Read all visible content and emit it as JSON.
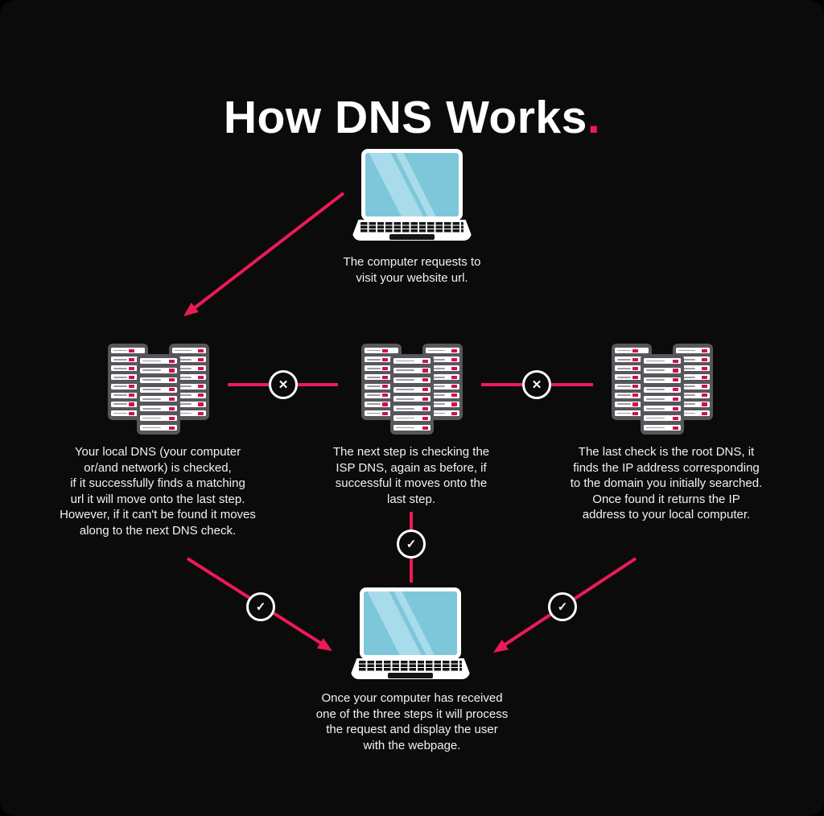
{
  "title": {
    "text": "How DNS Works",
    "dot": "."
  },
  "colors": {
    "background": "#0b0b0b",
    "accent": "#ed1a56",
    "indicator": "#cf1050",
    "server_gray": "#56565b",
    "slat_line": "#9b9ba1",
    "screen_blue": "#7ec7db",
    "screen_stripe": "#a9dcea",
    "laptop_white": "#ffffff",
    "key_black": "#141414",
    "text": "#f2f2f2",
    "title_white": "#ffffff"
  },
  "steps": {
    "request": {
      "caption": "The computer requests to\nvisit your website url."
    },
    "local_dns": {
      "caption": "Your local DNS (your computer\nor/and network) is checked,\nif it successfully finds a matching\nurl it will move onto the last step.\nHowever, if it can't be found it moves\nalong to the next DNS check."
    },
    "isp_dns": {
      "caption": "The next step is checking the\nISP DNS, again as before, if\nsuccessful it moves onto the\nlast step."
    },
    "root_dns": {
      "caption": "The last check is the root DNS, it\nfinds the IP address corresponding\nto the domain you initially searched.\nOnce found it returns the IP\naddress to your local computer."
    },
    "result": {
      "caption": "Once your computer has received\none of the three steps it will process\nthe request and display the user\nwith the webpage."
    }
  },
  "icons": {
    "fail_glyph": "✕",
    "success_glyph": "✓"
  }
}
